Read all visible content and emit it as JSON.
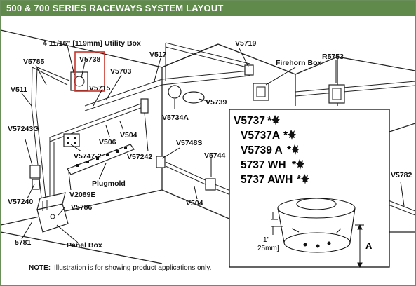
{
  "header": {
    "title": "500 & 700 SERIES RACEWAYS SYSTEM LAYOUT"
  },
  "labels": {
    "utility_box": "4 11/16\" [119mm] Utility Box",
    "v5785": "V5785",
    "v5738": "V5738",
    "v5703": "V5703",
    "v517": "V517",
    "v5719": "V5719",
    "firehorn_box": "Firehorn Box",
    "r5753": "R5753",
    "v511": "V511",
    "v5715": "V5715",
    "v5739": "V5739",
    "v5734a": "V5734A",
    "v57243g": "V57243G",
    "v504_a": "V504",
    "v506": "V506",
    "v5747_2": "V5747-2",
    "v57242": "V57242",
    "v5748s": "V5748S",
    "v5744": "V5744",
    "plugmold": "Plugmold",
    "v2089e": "V2089E",
    "v57240": "V57240",
    "v5786": "V5786",
    "v504_b": "V504",
    "v5782": "V5782",
    "v5781": "5781",
    "panel_box": "Panel Box"
  },
  "inset": {
    "items": [
      {
        "text": "V5737",
        "mark": "*"
      },
      {
        "text": "V5737A",
        "mark": "*"
      },
      {
        "text": "V5739 A",
        "mark": "*"
      },
      {
        "text": "5737 WH",
        "mark": "*"
      },
      {
        "text": "5737 AWH",
        "mark": "*"
      }
    ],
    "dim_label": "1\"",
    "dim_label_mm": "25mm]",
    "dim_a": "A"
  },
  "note": {
    "prefix": "NOTE:",
    "text": "Illustration is for showing product applications only."
  },
  "colors": {
    "header_bg": "#5f8a4c",
    "highlight": "#c8332b"
  }
}
